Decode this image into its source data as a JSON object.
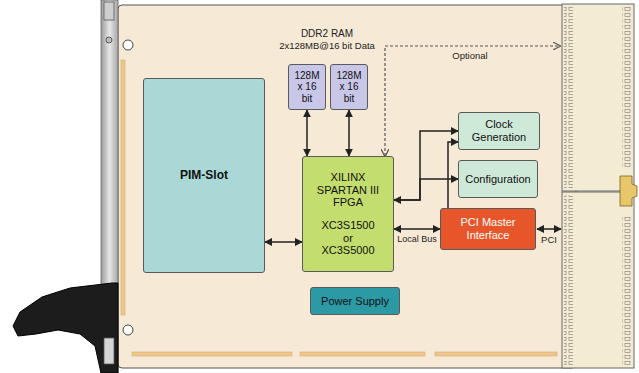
{
  "diagram": {
    "nodes": [
      {
        "text": [
          "PIM-Slot"
        ]
      },
      {
        "text": [
          "128M x 16 bit"
        ]
      },
      {
        "text": [
          "128M x 16 bit"
        ]
      },
      {
        "text": [
          "XILINX SPARTAN III FPGA",
          "XC3S1500 or XC3S5000"
        ]
      },
      {
        "text": [
          "Clock Generation"
        ]
      },
      {
        "text": [
          "Configuration"
        ]
      },
      {
        "text": [
          "PCI Master Interface"
        ]
      },
      {
        "text": [
          "Power Supply"
        ]
      }
    ],
    "edges": [
      {
        "from": 0,
        "to": 3,
        "arrow": "both"
      },
      {
        "from": 1,
        "to": 3,
        "arrow": "both"
      },
      {
        "from": 2,
        "to": 3,
        "arrow": "both"
      },
      {
        "from": 3,
        "to": 6,
        "label": "Local Bus",
        "arrow": "both"
      },
      {
        "from": 3,
        "to": 4,
        "arrow": "both"
      },
      {
        "from": 3,
        "to": 5,
        "arrow": "to"
      },
      {
        "from": 6,
        "to": 4,
        "arrow": "to"
      }
    ],
    "labels": [
      "DDR2 RAM",
      "2x128MB@16 bit Data",
      "Optional",
      "PCI"
    ]
  }
}
